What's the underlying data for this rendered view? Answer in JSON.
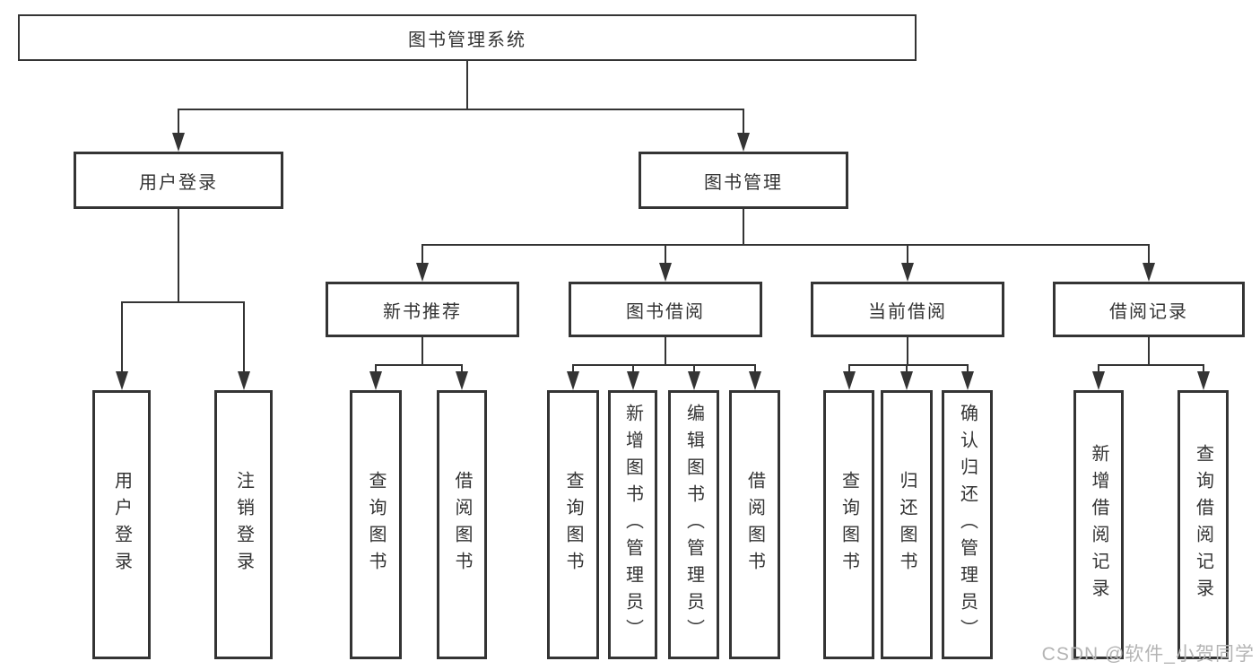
{
  "diagram": {
    "type": "hierarchy-tree",
    "title": "图书管理系统",
    "nodes": [
      {
        "id": "root",
        "label": "图书管理系统",
        "children": [
          "user-login-group",
          "book-management"
        ]
      },
      {
        "id": "user-login-group",
        "label": "用户登录",
        "children": [
          "leaf-user-login",
          "leaf-logout"
        ]
      },
      {
        "id": "book-management",
        "label": "图书管理",
        "children": [
          "new-book-recommend",
          "book-borrowing",
          "current-borrowing",
          "borrow-records"
        ]
      },
      {
        "id": "new-book-recommend",
        "label": "新书推荐",
        "children": [
          "leaf-query-books-a",
          "leaf-borrow-books-a"
        ]
      },
      {
        "id": "book-borrowing",
        "label": "图书借阅",
        "children": [
          "leaf-query-books-b",
          "leaf-add-book",
          "leaf-edit-book",
          "leaf-borrow-books-b"
        ]
      },
      {
        "id": "current-borrowing",
        "label": "当前借阅",
        "children": [
          "leaf-query-books-c",
          "leaf-return-book",
          "leaf-confirm-return"
        ]
      },
      {
        "id": "borrow-records",
        "label": "借阅记录",
        "children": [
          "leaf-add-borrow-record",
          "leaf-query-borrow-record"
        ]
      },
      {
        "id": "leaf-user-login",
        "label": "用户登录"
      },
      {
        "id": "leaf-logout",
        "label": "注销登录"
      },
      {
        "id": "leaf-query-books-a",
        "label": "查询图书"
      },
      {
        "id": "leaf-borrow-books-a",
        "label": "借阅图书"
      },
      {
        "id": "leaf-query-books-b",
        "label": "查询图书"
      },
      {
        "id": "leaf-add-book",
        "label": "新增图书（管理员）"
      },
      {
        "id": "leaf-edit-book",
        "label": "编辑图书（管理员）"
      },
      {
        "id": "leaf-borrow-books-b",
        "label": "借阅图书"
      },
      {
        "id": "leaf-query-books-c",
        "label": "查询图书"
      },
      {
        "id": "leaf-return-book",
        "label": "归还图书"
      },
      {
        "id": "leaf-confirm-return",
        "label": "确认归还（管理员）"
      },
      {
        "id": "leaf-add-borrow-record",
        "label": "新增借阅记录"
      },
      {
        "id": "leaf-query-borrow-record",
        "label": "查询借阅记录"
      }
    ]
  },
  "watermark": {
    "text": "CSDN @软件_小贺同学"
  },
  "colors": {
    "line": "#343434",
    "border": "#343434",
    "text": "#333333",
    "background": "#ffffff",
    "watermark": "#b4b4b4"
  }
}
